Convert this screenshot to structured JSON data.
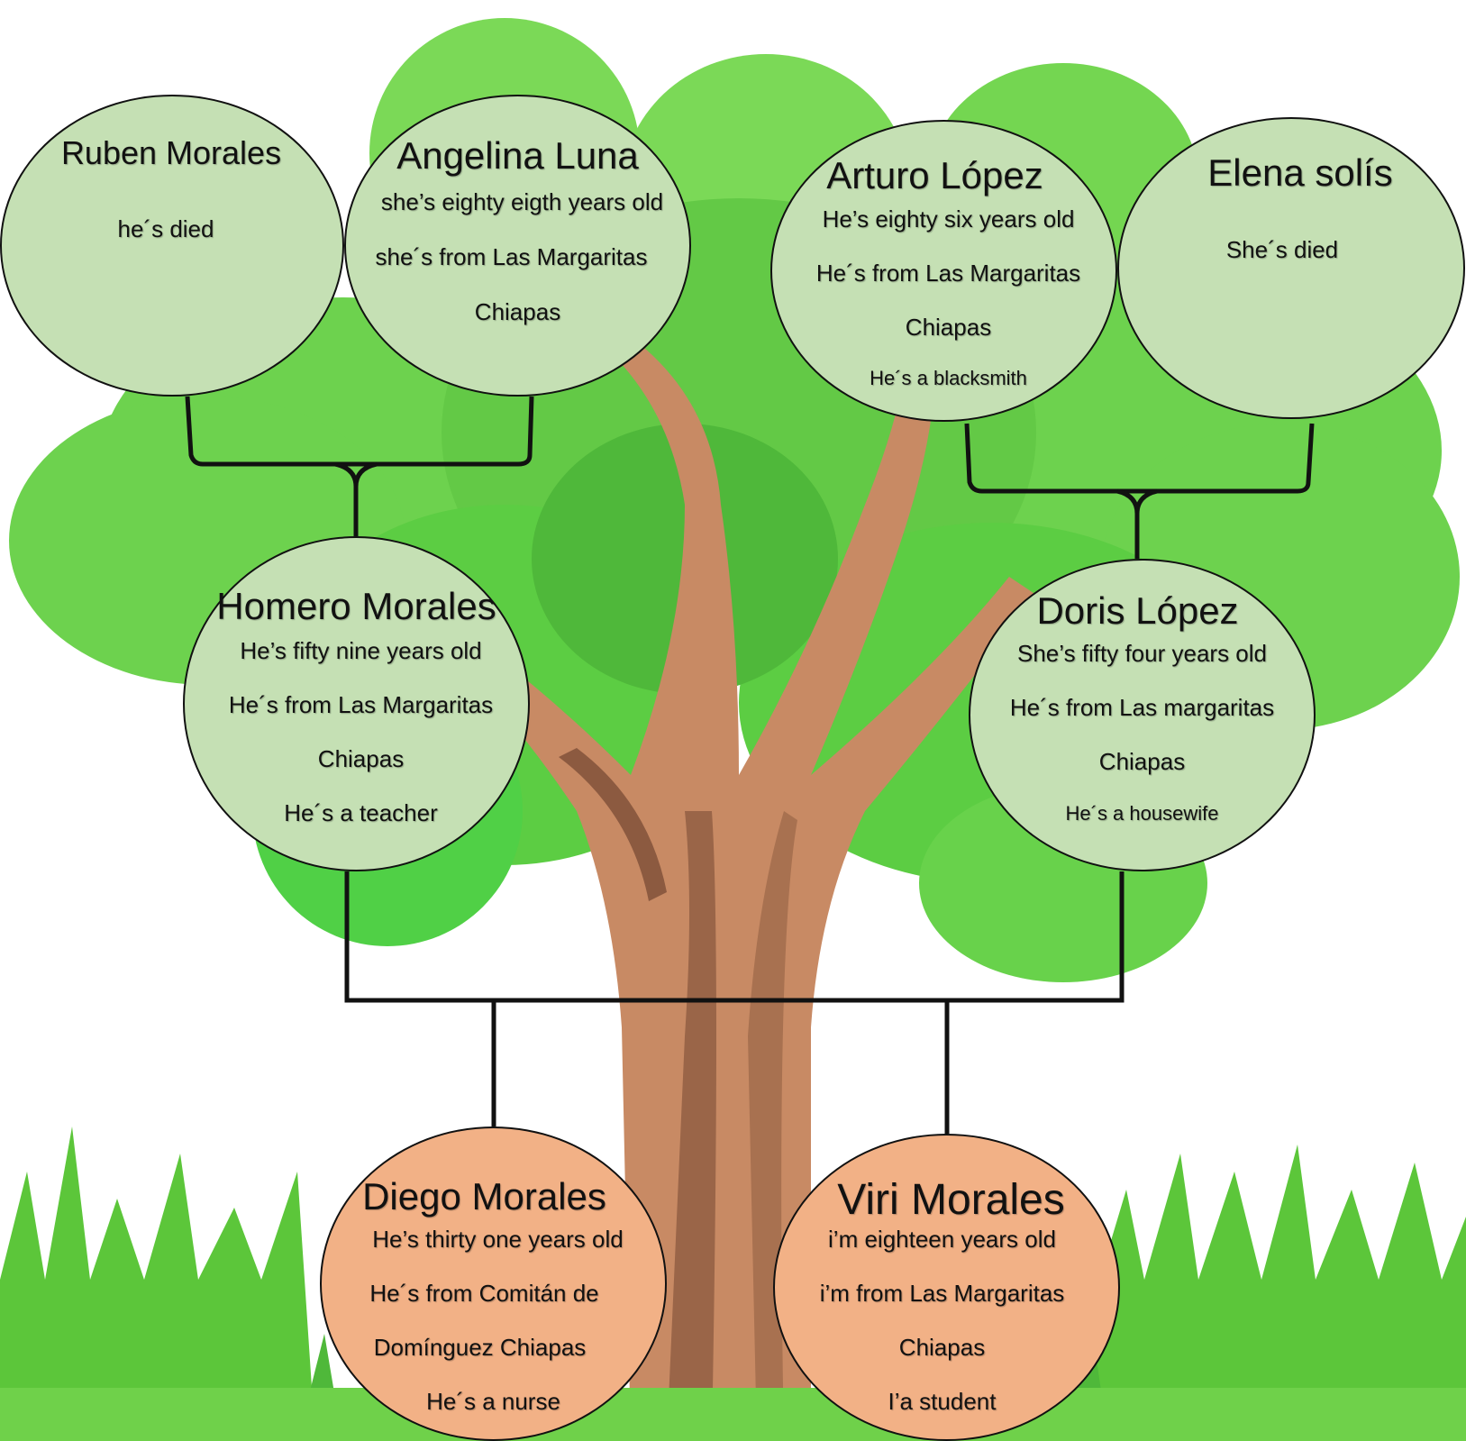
{
  "colors": {
    "grandparent_fill": "#c5e0b4",
    "child_fill": "#f2b186",
    "connector": "#111111",
    "canopy": "#6dd24e",
    "trunk": "#c88a64",
    "grass": "#5cc63a"
  },
  "people": {
    "ruben": {
      "name": "Ruben Morales",
      "lines": [
        "he´s died"
      ]
    },
    "angelina": {
      "name": "Angelina Luna",
      "lines": [
        "she’s eighty eigth years old",
        "she´s from Las Margaritas",
        "Chiapas"
      ]
    },
    "arturo": {
      "name": "Arturo López",
      "lines": [
        "He’s eighty six years old",
        "He´s from Las Margaritas",
        "Chiapas",
        "He´s a blacksmith"
      ]
    },
    "elena": {
      "name": "Elena solís",
      "lines": [
        "She´s died"
      ]
    },
    "homero": {
      "name": "Homero Morales",
      "lines": [
        "He’s fifty nine years old",
        "He´s from Las Margaritas",
        "Chiapas",
        "He´s a teacher"
      ]
    },
    "doris": {
      "name": "Doris López",
      "lines": [
        "She’s fifty four years old",
        "He´s from Las margaritas",
        "Chiapas",
        "He´s a housewife"
      ]
    },
    "diego": {
      "name": "Diego Morales",
      "lines": [
        "He’s thirty one years old",
        "He´s from Comitán de",
        "Domínguez Chiapas",
        "He´s a nurse"
      ]
    },
    "viri": {
      "name": "Viri Morales",
      "lines": [
        "i’m eighteen years old",
        "i’m from Las Margaritas",
        "Chiapas",
        "I’a student"
      ]
    }
  }
}
